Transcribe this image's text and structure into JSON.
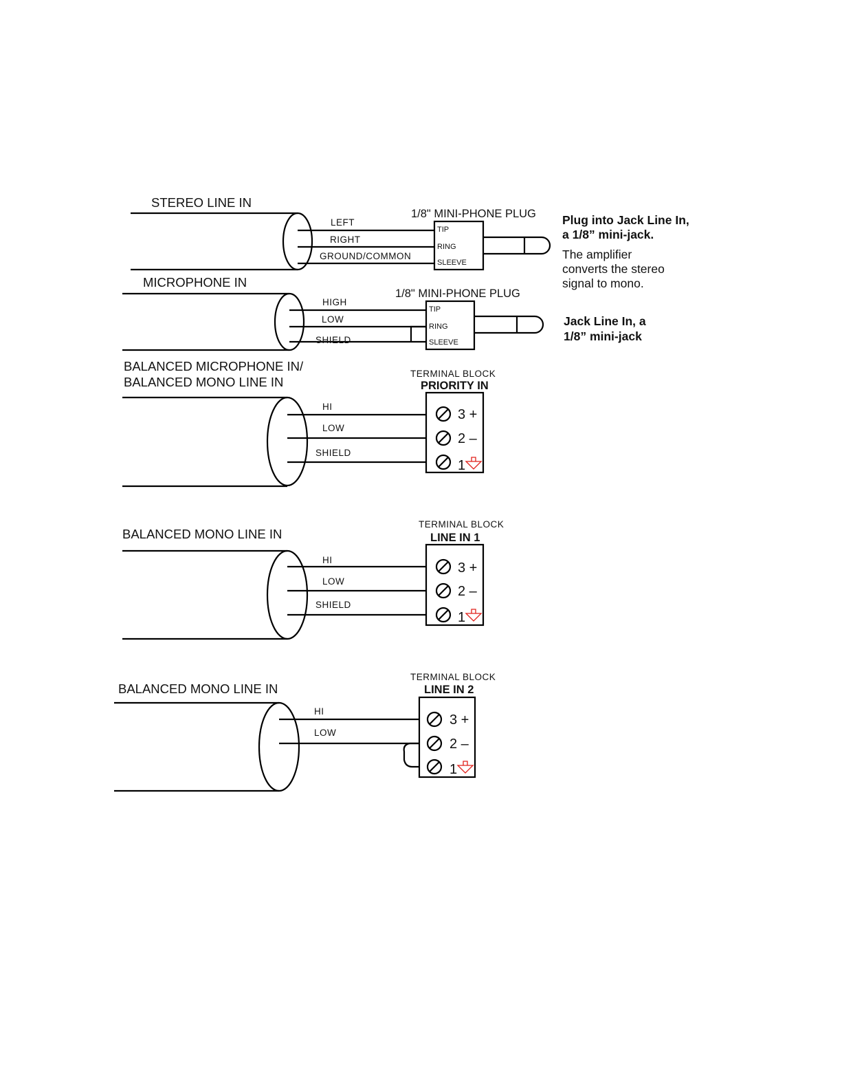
{
  "stereo": {
    "title": "STEREO LINE IN",
    "plug_label": "1/8\" MINI-PHONE PLUG",
    "wires": [
      "LEFT",
      "RIGHT",
      "GROUND/COMMON"
    ],
    "pins": [
      "TIP",
      "RING",
      "SLEEVE"
    ],
    "note_bold": [
      "Plug into Jack Line In,",
      "a 1/8” mini-jack."
    ],
    "note": [
      "The amplifier",
      "converts the stereo",
      "signal to mono."
    ]
  },
  "microphone": {
    "title": "MICROPHONE IN",
    "plug_label": "1/8\" MINI-PHONE PLUG",
    "wires": [
      "HIGH",
      "LOW",
      "SHIELD"
    ],
    "pins": [
      "TIP",
      "RING",
      "SLEEVE"
    ],
    "note_bold": [
      "Jack Line In, a",
      "1/8” mini-jack"
    ]
  },
  "balanced_priority": {
    "title_lines": [
      "BALANCED MICROPHONE IN/",
      "BALANCED MONO LINE IN"
    ],
    "block_label": "TERMINAL BLOCK",
    "block_name": "PRIORITY IN",
    "wires": [
      "HI",
      "LOW",
      "SHIELD"
    ],
    "terminals": [
      "3 +",
      "2 –",
      "1"
    ]
  },
  "balanced_line1": {
    "title": "BALANCED MONO LINE IN",
    "block_label": "TERMINAL BLOCK",
    "block_name": "LINE IN 1",
    "wires": [
      "HI",
      "LOW",
      "SHIELD"
    ],
    "terminals": [
      "3 +",
      "2 –",
      "1"
    ]
  },
  "balanced_line2": {
    "title": "BALANCED MONO LINE IN",
    "block_label": "TERMINAL BLOCK",
    "block_name": "LINE IN 2",
    "wires": [
      "HI",
      "LOW"
    ],
    "terminals": [
      "3 +",
      "2 –",
      "1"
    ]
  },
  "colors": {
    "ground_symbol": "#e0201a"
  }
}
